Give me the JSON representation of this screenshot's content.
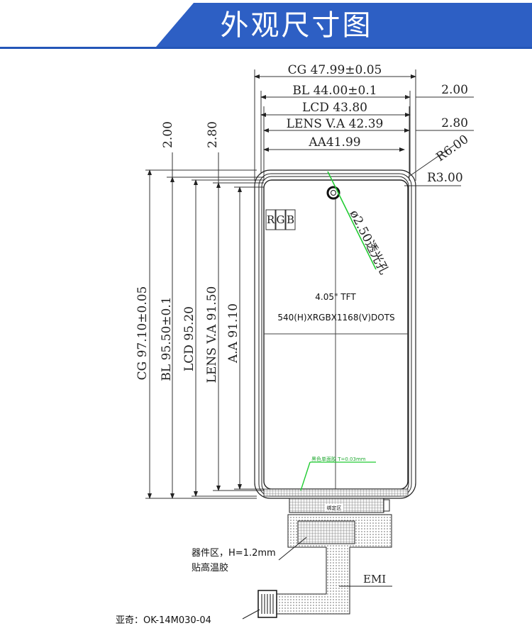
{
  "header": {
    "title": "外观尺寸图"
  },
  "dimensions": {
    "cg_width": "CG 47.99±0.05",
    "bl_width": "BL 44.00±0.1",
    "lcd_width": "LCD 43.80",
    "lens_width": "LENS V.A 42.39",
    "aa_width": "AA41.99",
    "right_offset_top": "2.00",
    "right_offset_lens": "2.80",
    "left_offset_a": "2.00",
    "left_offset_b": "2.80",
    "radius_outer": "R6.00",
    "radius_inner": "R3.00",
    "hole": "ø2.50透光孔",
    "cg_height": "CG 97.10±0.05",
    "bl_height": "BL 95.50±0.1",
    "lcd_height": "LCD 95.20",
    "lens_height": "LENS V.A 91.50",
    "aa_height": "A.A 91.10"
  },
  "display": {
    "rgb": [
      "R",
      "G",
      "B"
    ],
    "size_label": "4.05\" TFT",
    "dots_label": "540(H)XRGBX1168(V)DOTS",
    "tape_note": "黑色单面胶 T=0.03mm",
    "bond_label": "绑定区"
  },
  "fpc": {
    "component_label": "器件区，H=1.2mm",
    "tape_label": "贴高温胶",
    "emi_label": "EMI",
    "part_number": "亚奇：ΟK-14M030-04"
  }
}
